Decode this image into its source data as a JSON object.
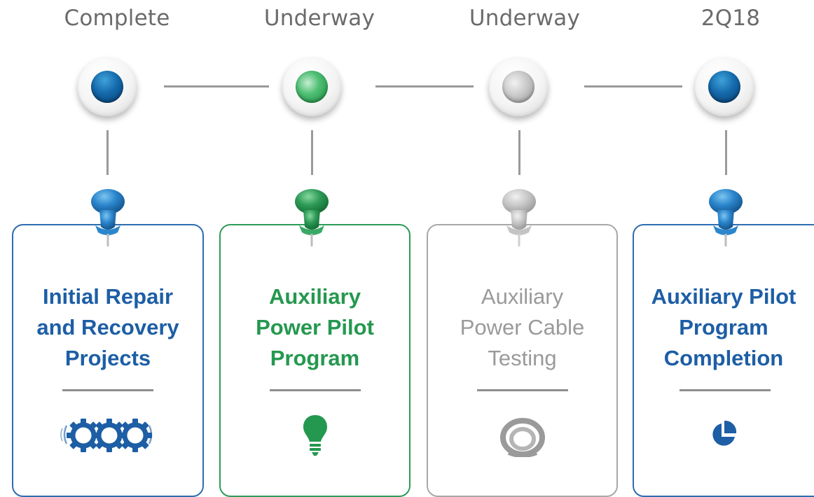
{
  "colors": {
    "blue": "#1d5ea5",
    "green": "#24984f",
    "gray": "#9a9a9a",
    "status_text": "#6b6b6b"
  },
  "milestones": [
    {
      "status": "Complete",
      "title_lines": [
        "Initial Repair",
        "and Recovery",
        "Projects"
      ],
      "theme": "blue",
      "icon": "gears-icon"
    },
    {
      "status": "Underway",
      "title_lines": [
        "Auxiliary",
        "Power Pilot",
        "Program"
      ],
      "theme": "green",
      "icon": "lightbulb-icon"
    },
    {
      "status": "Underway",
      "title_lines": [
        "Auxiliary",
        "Power Cable",
        "Testing"
      ],
      "theme": "gray",
      "icon": "cable-coil-icon"
    },
    {
      "status": "2Q18",
      "title_lines": [
        "Auxiliary Pilot",
        "Program",
        "Completion"
      ],
      "theme": "blue",
      "icon": "pie-chart-icon"
    }
  ]
}
